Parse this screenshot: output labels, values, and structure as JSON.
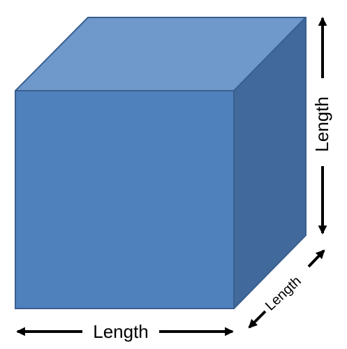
{
  "colors": {
    "front_face": "#4f81bd",
    "top_face": "#6f98cb",
    "side_face": "#41699c",
    "edge": "#3a5f8e",
    "arrow": "#000000",
    "background": "#ffffff"
  },
  "labels": {
    "bottom_length": "Length",
    "right_length": "Length",
    "depth_length": "Length"
  },
  "icons": {
    "arrow_style": "double-headed-arrow"
  }
}
